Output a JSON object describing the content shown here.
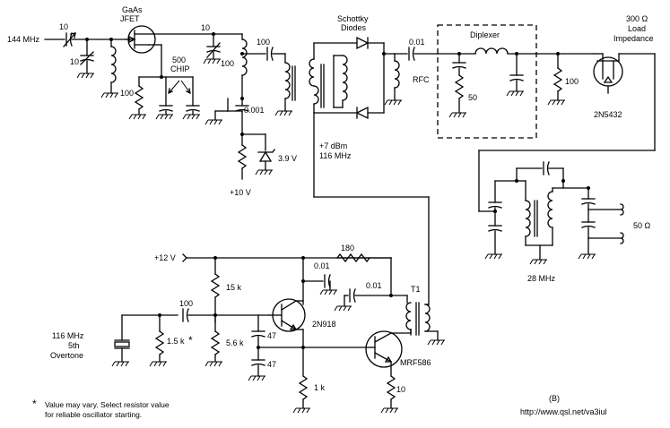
{
  "labels": {
    "input_freq": "144 MHz",
    "cap_in_series": "10",
    "cap_in_trim": "10",
    "res_gate": "100",
    "jfet_type": "GaAs",
    "jfet_name": "JFET",
    "chip_value": "500",
    "chip_word": "CHIP",
    "trim_drain": "10",
    "coil_tap": "100",
    "cap_couple": "100",
    "cap_bypass": "0.001",
    "zener_v": "3.9 V",
    "supply_10v": "+10 V",
    "diodes_l1": "Schottky",
    "diodes_l2": "Diodes",
    "lo_level": "+7 dBm",
    "lo_freq": "116 MHz",
    "cap_out": "0.01",
    "rfc": "RFC",
    "diplexer": "Diplexer",
    "res_dip": "50",
    "res_load": "100",
    "load_l1": "300 Ω",
    "load_l2": "Load",
    "load_l3": "Impedance",
    "fet_out": "2N5432",
    "if_freq": "28 MHz",
    "out_imp": "50 Ω",
    "supply_12v": "+12 V",
    "res_180": "180",
    "cap_001a": "0.01",
    "cap_001b": "0.01",
    "res_15k": "15 k",
    "cap_100b": "100",
    "t1": "T1",
    "q_2n918": "2N918",
    "res_56k": "5.6 k",
    "cap_47a": "47",
    "cap_47b": "47",
    "res_15k_var": "1.5 k",
    "star": "*",
    "xtal_l1": "116 MHz",
    "xtal_l2": "5th",
    "xtal_l3": "Overtone",
    "q_mrf586": "MRF586",
    "res_1k": "1 k",
    "res_10": "10",
    "note_l1": "Value may vary. Select resistor value",
    "note_l2": "for reliable oscillator starting.",
    "note_star": "*",
    "fig": "(B)",
    "url": "http://www.qsl.net/va3iul"
  }
}
